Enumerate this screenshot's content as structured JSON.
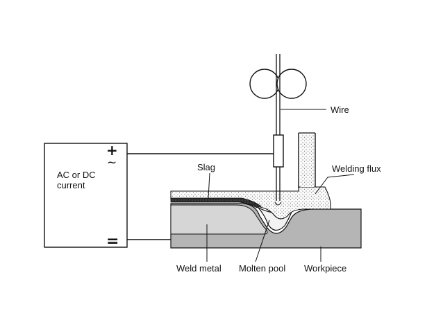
{
  "diagram": {
    "power_source": {
      "label_line1": "AC or DC",
      "label_line2": "current",
      "plus_symbol": "+",
      "tilde_symbol": "~",
      "minus_symbol": "="
    },
    "labels": {
      "wire": "Wire",
      "slag": "Slag",
      "welding_flux": "Welding flux",
      "weld_metal": "Weld metal",
      "molten_pool": "Molten pool",
      "workpiece": "Workpiece"
    },
    "colors": {
      "outline": "#111111",
      "workpiece_fill": "#b5b5b5",
      "weld_metal_fill": "#d6d6d6",
      "molten_pool_fill": "#f2f2f2",
      "slag_fill": "#1a1a1a"
    }
  }
}
